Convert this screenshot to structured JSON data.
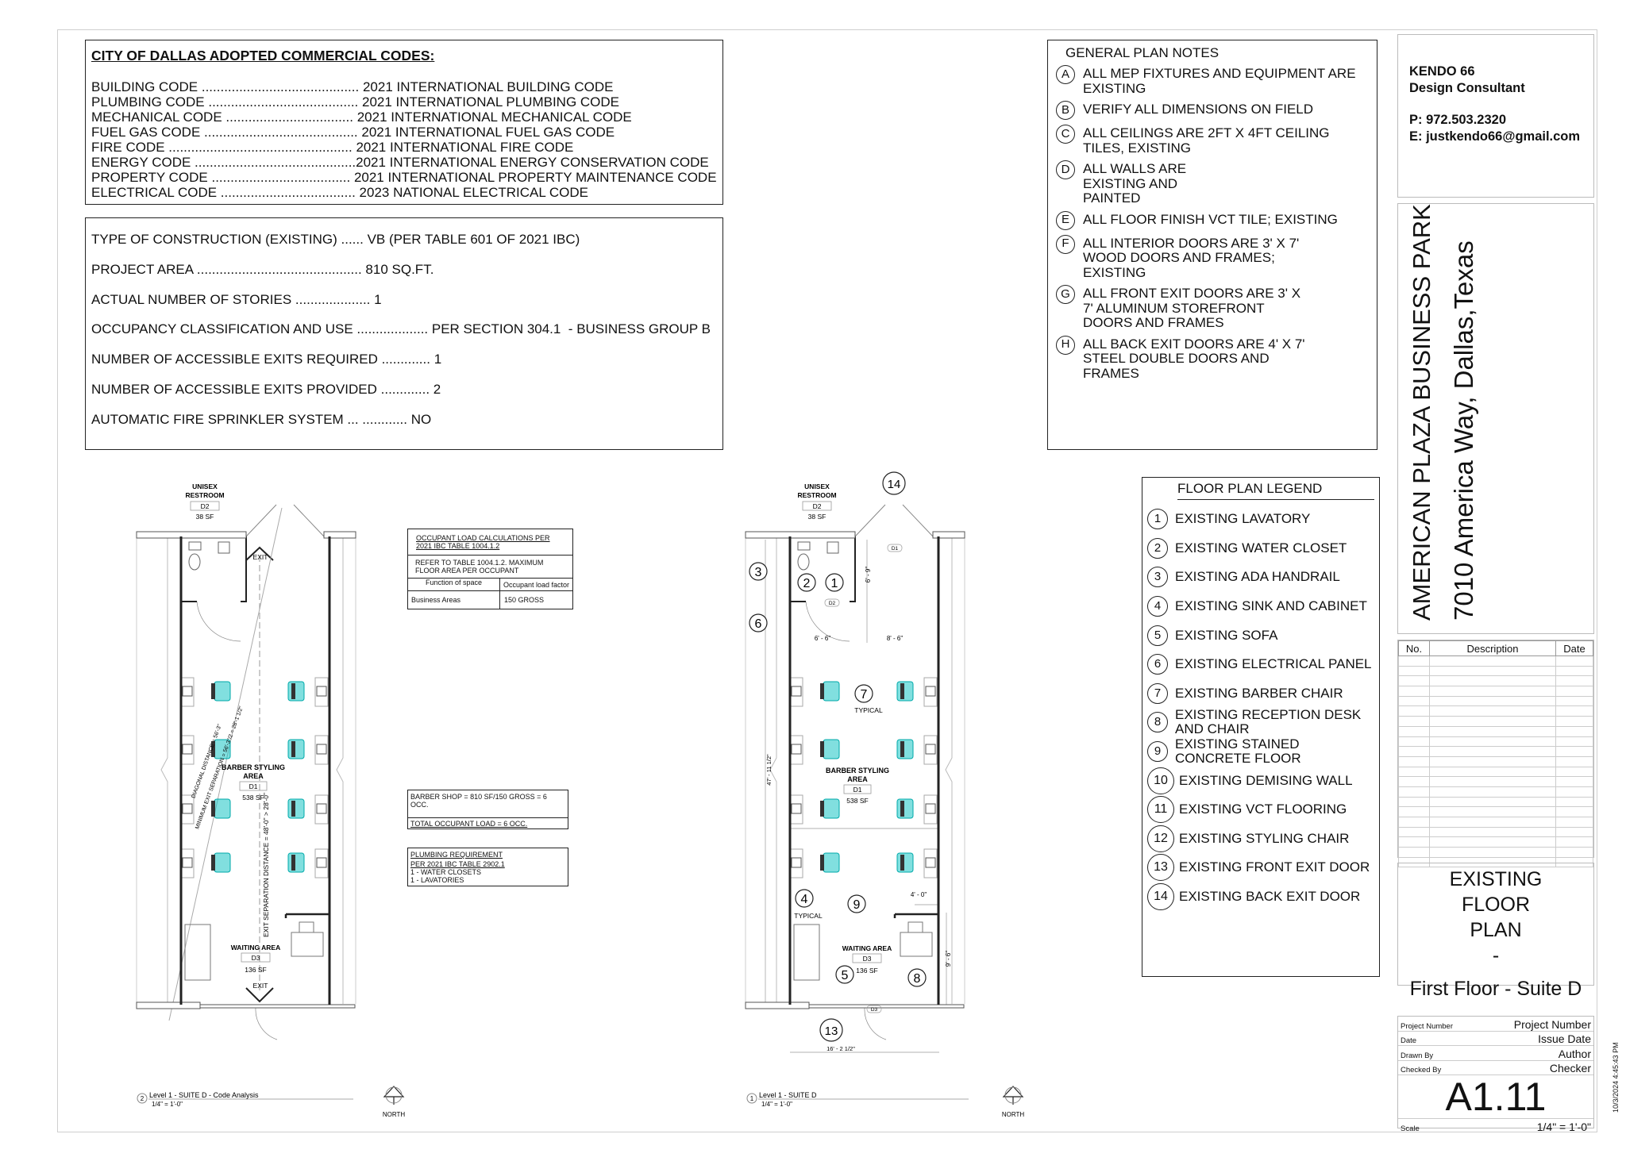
{
  "codes": {
    "title": "CITY OF DALLAS ADOPTED COMMERCIAL CODES:",
    "lines": [
      "BUILDING CODE .......................................... 2021 INTERNATIONAL BUILDING CODE",
      "PLUMBING CODE ........................................ 2021 INTERNATIONAL PLUMBING CODE",
      "MECHANICAL CODE .................................. 2021 INTERNATIONAL MECHANICAL CODE",
      "FUEL GAS CODE ......................................... 2021 INTERNATIONAL FUEL GAS CODE",
      "FIRE CODE ................................................. 2021 INTERNATIONAL FIRE CODE",
      "ENERGY CODE ...........................................2021 INTERNATIONAL ENERGY CONSERVATION CODE",
      "PROPERTY CODE ..................................... 2021 INTERNATIONAL PROPERTY MAINTENANCE CODE",
      "ELECTRICAL CODE .................................... 2023 NATIONAL ELECTRICAL CODE"
    ]
  },
  "construction": [
    "TYPE OF CONSTRUCTION (EXISTING) ...... VB (PER TABLE 601 OF 2021 IBC)",
    "PROJECT AREA ............................................ 810 SQ.FT.",
    "ACTUAL NUMBER OF STORIES .................... 1",
    "OCCUPANCY CLASSIFICATION AND USE ................... PER SECTION 304.1  - BUSINESS GROUP B",
    "NUMBER OF ACCESSIBLE EXITS REQUIRED ............. 1",
    "NUMBER OF ACCESSIBLE EXITS PROVIDED ............. 2",
    "AUTOMATIC FIRE SPRINKLER SYSTEM ... ............ NO"
  ],
  "general_notes": {
    "title": "GENERAL PLAN NOTES",
    "items": [
      {
        "key": "A",
        "text": "ALL MEP FIXTURES AND EQUIPMENT ARE EXISTING"
      },
      {
        "key": "B",
        "text": "VERIFY ALL DIMENSIONS ON FIELD"
      },
      {
        "key": "C",
        "text": "ALL CEILINGS ARE 2FT X 4FT CEILING TILES, EXISTING"
      },
      {
        "key": "D",
        "text": "ALL WALLS ARE EXISTING AND PAINTED"
      },
      {
        "key": "E",
        "text": "ALL FLOOR FINISH VCT TILE; EXISTING"
      },
      {
        "key": "F",
        "text": "ALL INTERIOR DOORS ARE 3' X 7' WOOD DOORS AND FRAMES; EXISTING"
      },
      {
        "key": "G",
        "text": "ALL FRONT EXIT DOORS ARE 3' X 7' ALUMINUM STOREFRONT DOORS AND FRAMES"
      },
      {
        "key": "H",
        "text": "ALL BACK EXIT DOORS ARE 4' X 7' STEEL DOUBLE DOORS AND FRAMES"
      }
    ]
  },
  "legend": {
    "title": "FLOOR PLAN LEGEND",
    "items": [
      {
        "key": "1",
        "text": "EXISTING LAVATORY"
      },
      {
        "key": "2",
        "text": "EXISTING WATER CLOSET"
      },
      {
        "key": "3",
        "text": "EXISTING ADA HANDRAIL"
      },
      {
        "key": "4",
        "text": "EXISTING SINK AND CABINET"
      },
      {
        "key": "5",
        "text": "EXISTING SOFA"
      },
      {
        "key": "6",
        "text": "EXISTING ELECTRICAL PANEL"
      },
      {
        "key": "7",
        "text": "EXISTING BARBER CHAIR"
      },
      {
        "key": "8",
        "text": "EXISTING RECEPTION DESK AND CHAIR"
      },
      {
        "key": "9",
        "text": "EXISTING STAINED CONCRETE FLOOR"
      },
      {
        "key": "10",
        "text": "EXISTING DEMISING WALL"
      },
      {
        "key": "11",
        "text": "EXISTING VCT FLOORING"
      },
      {
        "key": "12",
        "text": "EXISTING STYLING CHAIR"
      },
      {
        "key": "13",
        "text": "EXISTING FRONT EXIT DOOR"
      },
      {
        "key": "14",
        "text": "EXISTING BACK EXIT DOOR"
      }
    ]
  },
  "title_block": {
    "company": "KENDO 66",
    "role": "Design Consultant",
    "phone": "P: 972.503.2320",
    "email": "E: justkendo66@gmail.com",
    "project_name": "AMERICAN PLAZA BUSINESS PARK",
    "project_address": "7010 America Way,  Dallas,Texas",
    "revision_headers": [
      "No.",
      "Description",
      "Date"
    ],
    "sheet_title": "EXISTING FLOOR PLAN",
    "sheet_dash": "-",
    "sheet_subtitle": "First Floor - Suite D",
    "info": [
      {
        "label": "Project Number",
        "value": "Project Number"
      },
      {
        "label": "Date",
        "value": "Issue Date"
      },
      {
        "label": "Drawn By",
        "value": "Author"
      },
      {
        "label": "Checked By",
        "value": "Checker"
      }
    ],
    "sheet_number": "A1.11",
    "scale_label": "Scale",
    "scale_value": "1/4\" = 1'-0\"",
    "timestamp": "10/3/2024 4:45:43 PM"
  },
  "occupant_table": {
    "title_line1": "OCCUPANT LOAD CALCULATIONS PER",
    "title_line2": "2021 IBC TABLE 1004.1.2",
    "note_line1": "REFER TO TABLE 1004.1.2. MAXIMUM",
    "note_line2": "FLOOR AREA PER OCCUPANT",
    "col1": "Function of space",
    "col2": "Occupant load factor",
    "row_function": "Business Areas",
    "row_factor": "150 GROSS"
  },
  "occupant_load": {
    "calc": "BARBER SHOP = 810 SF/150 GROSS =  6 OCC.",
    "total": "TOTAL OCCUPANT LOAD  =  6 OCC."
  },
  "plumbing": {
    "title": "PLUMBING REQUIREMENT",
    "ref": "PER 2021 IBC TABLE 2902.1",
    "line1": "1 - WATER CLOSETS",
    "line2": "1 - LAVATORIES"
  },
  "plan_code_analysis": {
    "view_number": "2",
    "view_title": "Level 1 - SUITE D - Code Analysis",
    "view_scale": "1/4\" = 1'-0\"",
    "restroom_name_1": "UNISEX",
    "restroom_name_2": "RESTROOM",
    "restroom_tag": "D2",
    "restroom_area": "38 SF",
    "styling_name_1": "BARBER STYLING",
    "styling_name_2": "AREA",
    "styling_tag": "D1",
    "styling_area": "538 SF",
    "waiting_name": "WAITING AREA",
    "waiting_tag": "D3",
    "waiting_area": "136 SF",
    "exit_label": "EXIT",
    "exit_separation": "EXIT SEPARATION DISTANCE = 48'-0\" > 28'-0\"",
    "diagonal": "DIAGONAL DISTANCE = 56'-3\"",
    "min_separation": "MINIMUM EXIT SEPARATION = 56'-3\"/2 = 28'-1 1/2\"",
    "north": "NORTH"
  },
  "plan_existing": {
    "view_number": "1",
    "view_title": "Level 1 - SUITE D",
    "view_scale": "1/4\" = 1'-0\"",
    "restroom_name_1": "UNISEX",
    "restroom_name_2": "RESTROOM",
    "restroom_tag": "D2",
    "restroom_area": "38 SF",
    "styling_name_1": "BARBER STYLING",
    "styling_name_2": "AREA",
    "styling_tag": "D1",
    "styling_area": "538 SF",
    "waiting_name": "WAITING AREA",
    "waiting_tag": "D3",
    "waiting_area": "136 SF",
    "door_tag_d1": "D1",
    "door_tag_d2": "D2",
    "door_tag_d3": "D3",
    "dim_6_9": "6' - 9\"",
    "dim_6_6": "6' - 6\"",
    "dim_8_6": "8' - 6\"",
    "dim_4_0": "4' - 0\"",
    "dim_9_6": "9' - 6\"",
    "dim_16_2": "16' - 2 1/2\"",
    "dim_47_11": "47' - 11 1/2\"",
    "typical_7": "TYPICAL",
    "typical_4": "TYPICAL",
    "callouts": [
      "1",
      "2",
      "3",
      "4",
      "5",
      "6",
      "7",
      "8",
      "9",
      "13",
      "14"
    ],
    "north": "NORTH"
  },
  "colors": {
    "chair": "#19c4c4",
    "line": "#222222"
  }
}
